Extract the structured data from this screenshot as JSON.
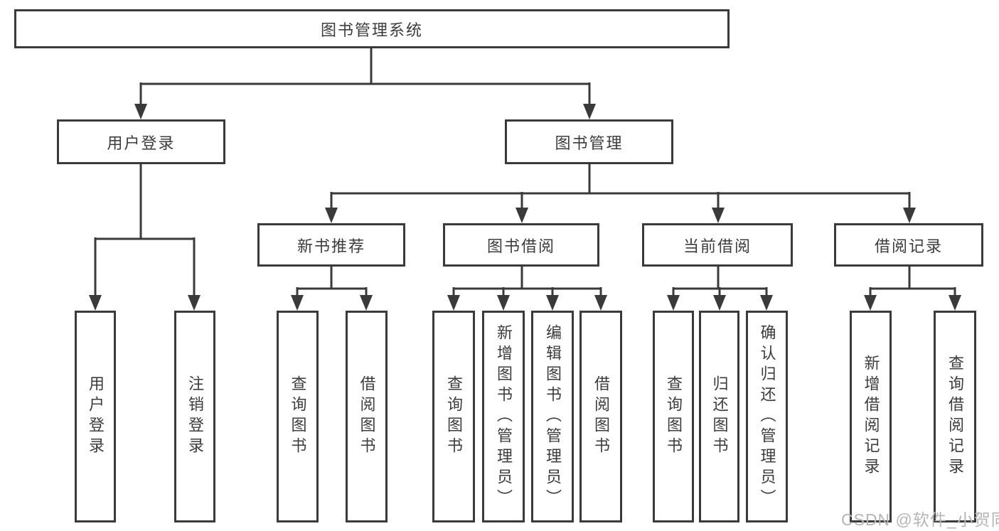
{
  "diagram": {
    "tree": {
      "label": "图书管理系统",
      "children": [
        {
          "label": "用户登录",
          "children": [
            {
              "label": "用户登录"
            },
            {
              "label": "注销登录"
            }
          ]
        },
        {
          "label": "图书管理",
          "children": [
            {
              "label": "新书推荐",
              "children": [
                {
                  "label": "查询图书"
                },
                {
                  "label": "借阅图书"
                }
              ]
            },
            {
              "label": "图书借阅",
              "children": [
                {
                  "label": "查询图书"
                },
                {
                  "label": "新增图书（管理员）"
                },
                {
                  "label": "编辑图书（管理员）"
                },
                {
                  "label": "借阅图书"
                }
              ]
            },
            {
              "label": "当前借阅",
              "children": [
                {
                  "label": "查询图书"
                },
                {
                  "label": "归还图书"
                },
                {
                  "label": "确认归还（管理员）"
                }
              ]
            },
            {
              "label": "借阅记录",
              "children": [
                {
                  "label": "新增借阅记录"
                },
                {
                  "label": "查询借阅记录"
                }
              ]
            }
          ]
        }
      ]
    },
    "colors": {
      "line": "#3a3a3a",
      "text": "#3c3c3c",
      "watermark": "#b5b5b5",
      "background": "#ffffff"
    }
  },
  "watermark": {
    "text": "CSDN @软件_小贺同学"
  }
}
